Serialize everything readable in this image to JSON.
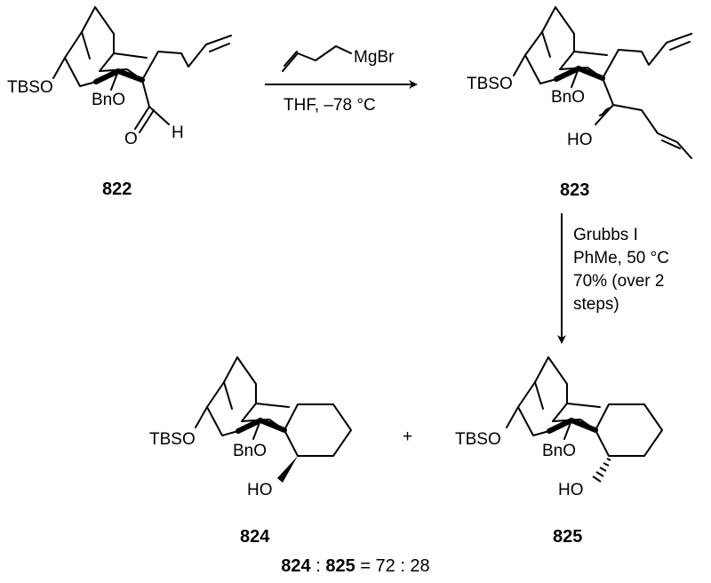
{
  "compounds": {
    "c822": {
      "id": "822",
      "tbso": "TBSO",
      "bno": "BnO",
      "h": "H"
    },
    "c823": {
      "id": "823",
      "tbso": "TBSO",
      "bno": "BnO",
      "ho": "HO"
    },
    "c824": {
      "id": "824",
      "tbso": "TBSO",
      "bno": "BnO",
      "ho": "HO"
    },
    "c825": {
      "id": "825",
      "tbso": "TBSO",
      "bno": "BnO",
      "ho": "HO"
    }
  },
  "step1": {
    "reagent": "MgBr",
    "conditions": "THF, –78 °C"
  },
  "step2": {
    "line1": "Grubbs I",
    "line2": "PhMe, 50 °C",
    "line3": "70% (over 2",
    "line4": "steps)"
  },
  "plus": "+",
  "ratio": {
    "a": "824",
    "sep": " : ",
    "b": "825",
    "rest": " = 72 : 28"
  }
}
